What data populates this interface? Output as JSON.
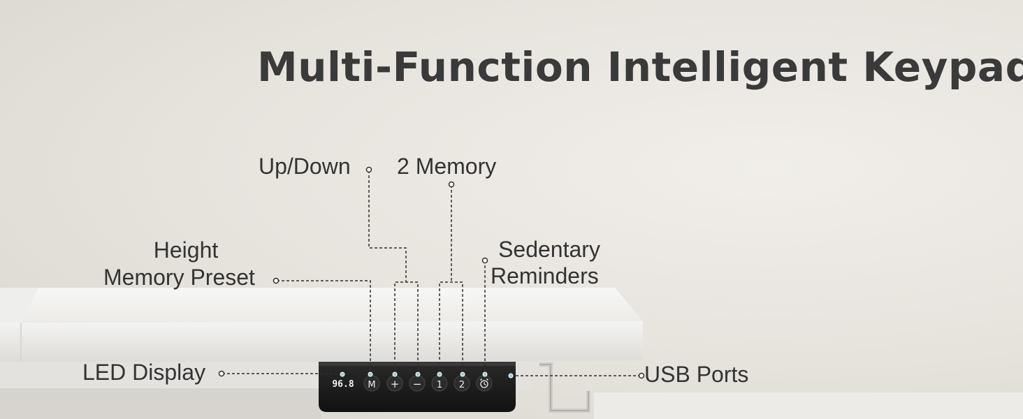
{
  "title": "Multi-Function Intelligent Keypad",
  "labels": {
    "up_down": "Up/Down",
    "memory": "2 Memory",
    "height_preset_line1": "Height",
    "height_preset_line2": "Memory Preset",
    "sedentary_line1": "Sedentary",
    "sedentary_line2": "Reminders",
    "led_display": "LED Display",
    "usb_ports": "USB Ports"
  },
  "keypad": {
    "display_value": "96.8",
    "buttons": [
      "M",
      "+",
      "−",
      "1",
      "2",
      "alarm-clock-icon"
    ]
  },
  "colors": {
    "title": "#3a3a3a",
    "keypad": "#1c1c1c",
    "dot_accent": "#8fd0dc",
    "desk": "#f2f2f0"
  }
}
